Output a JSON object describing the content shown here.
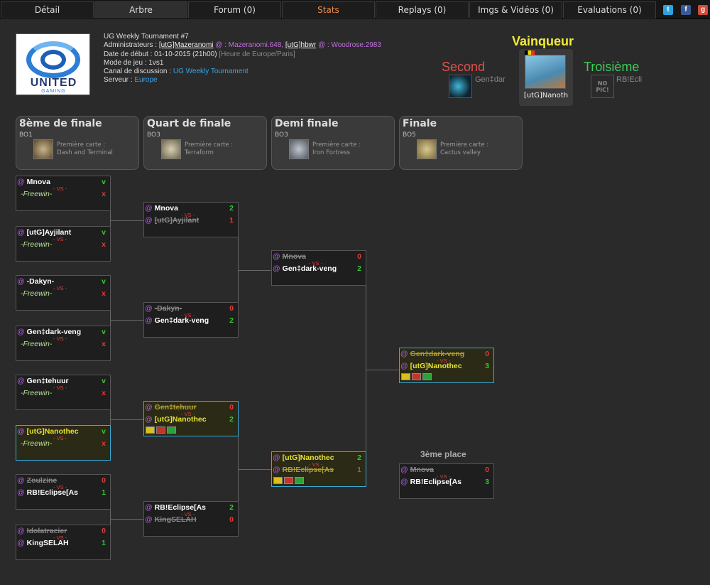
{
  "nav": {
    "tabs": [
      "Détail",
      "Arbre",
      "Forum (0)",
      "Stats",
      "Replays (0)",
      "Imgs & Vidéos (0)",
      "Evaluations (0)"
    ],
    "social": [
      "twitter-icon",
      "facebook-icon",
      "google-plus-icon"
    ]
  },
  "logo": {
    "brand": "UNITED",
    "sub": "GAMING"
  },
  "info": {
    "title": "UG Weekly Tournament #7",
    "admin_label": "Administrateurs :",
    "admin1": "[utG]Mazeranomi",
    "admin1_contact": "Mazeranomi.648,",
    "admin2": "[utG]hbwr",
    "admin2_contact": "Woodrose.2983",
    "date_label": "Date de début : 01-10-2015 (21h00)",
    "timezone": "[Heure de Europe/Paris]",
    "mode": "Mode de jeu : 1vs1",
    "channel_label": "Canal de discussion :",
    "channel": "UG Weekly Tournament",
    "server_label": "Serveur :",
    "server": "Europe"
  },
  "podium": {
    "winner_title": "Vainqueur",
    "winner_name": "[utG]Nanoth",
    "second_title": "Second",
    "second_name": "Gen‡dar",
    "third_title": "Troisième",
    "third_name": "RB!Ecli",
    "nopic": "NO PIC!"
  },
  "stages": [
    {
      "title": "8ème de finale",
      "bo": "BO1",
      "map_label": "Première carte :",
      "map": "Dash and Terminal"
    },
    {
      "title": "Quart de finale",
      "bo": "BO3",
      "map_label": "Première carte :",
      "map": "Terraform"
    },
    {
      "title": "Demi finale",
      "bo": "BO3",
      "map_label": "Première carte :",
      "map": "Iron Fortress"
    },
    {
      "title": "Finale",
      "bo": "BO5",
      "map_label": "Première carte :",
      "map": "Cactus valley"
    }
  ],
  "vs": "- VS -",
  "third_place": "3ème place",
  "r16": [
    {
      "p1": "Mnova",
      "s1": "v",
      "p2": "-Freewin-",
      "s2": "x"
    },
    {
      "p1": "[utG]Ayjilant",
      "s1": "v",
      "p2": "-Freewin-",
      "s2": "x"
    },
    {
      "p1": "-Dakyn-",
      "s1": "v",
      "p2": "-Freewin-",
      "s2": "x"
    },
    {
      "p1": "Gen‡dark-veng",
      "s1": "v",
      "p2": "-Freewin-",
      "s2": "x"
    },
    {
      "p1": "Gen‡tehuur",
      "s1": "v",
      "p2": "-Freewin-",
      "s2": "x"
    },
    {
      "p1": "[utG]Nanothec",
      "s1": "v",
      "p2": "-Freewin-",
      "s2": "x"
    },
    {
      "p1": "Zoulzine",
      "s1": "0",
      "p2": "RB!Eclipse[As",
      "s2": "1"
    },
    {
      "p1": "Idolatracier",
      "s1": "0",
      "p2": "KingSELAH",
      "s2": "1"
    }
  ],
  "qf": [
    {
      "p1": "Mnova",
      "s1": "2",
      "p2": "[utG]Ayjilant",
      "s2": "1"
    },
    {
      "p1": "-Dakyn-",
      "s1": "0",
      "p2": "Gen‡dark-veng",
      "s2": "2"
    },
    {
      "p1": "Gen‡tehuur",
      "s1": "0",
      "p2": "[utG]Nanothec",
      "s2": "2"
    },
    {
      "p1": "RB!Eclipse[As",
      "s1": "2",
      "p2": "KingSELAH",
      "s2": "0"
    }
  ],
  "sf": [
    {
      "p1": "Mnova",
      "s1": "0",
      "p2": "Gen‡dark-veng",
      "s2": "2"
    },
    {
      "p1": "[utG]Nanothec",
      "s1": "2",
      "p2": "RB!Eclipse[As",
      "s2": "1"
    }
  ],
  "final": {
    "p1": "Gen‡dark-veng",
    "s1": "0",
    "p2": "[utG]Nanothec",
    "s2": "3"
  },
  "third": {
    "p1": "Mnova",
    "s1": "0",
    "p2": "RB!Eclipse[As",
    "s2": "3"
  },
  "colors": {
    "accent": "#3aa9d8",
    "gold": "#e8e232",
    "win_score": "#34c934",
    "lose_score": "#e03a3a",
    "link": "#3aa3e8"
  }
}
